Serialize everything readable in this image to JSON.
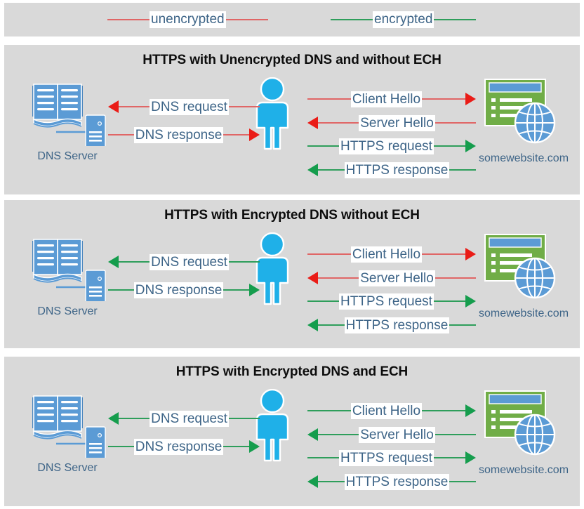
{
  "legend": {
    "items": [
      {
        "label": "unencrypted",
        "color": "#e06666",
        "name": "legend-unencrypted"
      },
      {
        "label": "encrypted",
        "color": "#2e9e5b",
        "name": "legend-encrypted"
      }
    ]
  },
  "colors": {
    "panel_background": "#d9d9d9",
    "page_background": "#ffffff",
    "unencrypted_line": "#e06666",
    "unencrypted_head": "#ea1c17",
    "encrypted_line": "#2e9e5b",
    "encrypted_head": "#159d4d",
    "label_text": "#3d6487",
    "title_text": "#0d0d0d",
    "person": "#1fb0e8",
    "server_blue": "#5b9bd5",
    "website_green": "#70ad47",
    "website_titlebar": "#5b9bd5",
    "globe": "#5b9bd5"
  },
  "actors": {
    "dns_server": {
      "caption": "DNS Server",
      "icon": "dns-server-icon"
    },
    "client": {
      "caption": "",
      "icon": "person-icon"
    },
    "website": {
      "caption": "somewebsite.com",
      "icon": "website-globe-icon"
    }
  },
  "panels": [
    {
      "id": "panel-1",
      "title": "HTTPS with Unencrypted DNS and without ECH",
      "dns_messages": [
        {
          "label": "DNS request",
          "direction": "left",
          "encrypted": false
        },
        {
          "label": "DNS response",
          "direction": "right",
          "encrypted": false
        }
      ],
      "web_messages": [
        {
          "label": "Client Hello",
          "direction": "right",
          "encrypted": false
        },
        {
          "label": "Server Hello",
          "direction": "left",
          "encrypted": false
        },
        {
          "label": "HTTPS request",
          "direction": "right",
          "encrypted": true
        },
        {
          "label": "HTTPS response",
          "direction": "left",
          "encrypted": true
        }
      ]
    },
    {
      "id": "panel-2",
      "title": "HTTPS with Encrypted DNS without ECH",
      "dns_messages": [
        {
          "label": "DNS request",
          "direction": "left",
          "encrypted": true
        },
        {
          "label": "DNS response",
          "direction": "right",
          "encrypted": true
        }
      ],
      "web_messages": [
        {
          "label": "Client Hello",
          "direction": "right",
          "encrypted": false
        },
        {
          "label": "Server Hello",
          "direction": "left",
          "encrypted": false
        },
        {
          "label": "HTTPS request",
          "direction": "right",
          "encrypted": true
        },
        {
          "label": "HTTPS response",
          "direction": "left",
          "encrypted": true
        }
      ]
    },
    {
      "id": "panel-3",
      "title": "HTTPS with Encrypted DNS and ECH",
      "dns_messages": [
        {
          "label": "DNS request",
          "direction": "left",
          "encrypted": true
        },
        {
          "label": "DNS response",
          "direction": "right",
          "encrypted": true
        }
      ],
      "web_messages": [
        {
          "label": "Client Hello",
          "direction": "right",
          "encrypted": true
        },
        {
          "label": "Server Hello",
          "direction": "left",
          "encrypted": true
        },
        {
          "label": "HTTPS request",
          "direction": "right",
          "encrypted": true
        },
        {
          "label": "HTTPS response",
          "direction": "left",
          "encrypted": true
        }
      ]
    }
  ]
}
